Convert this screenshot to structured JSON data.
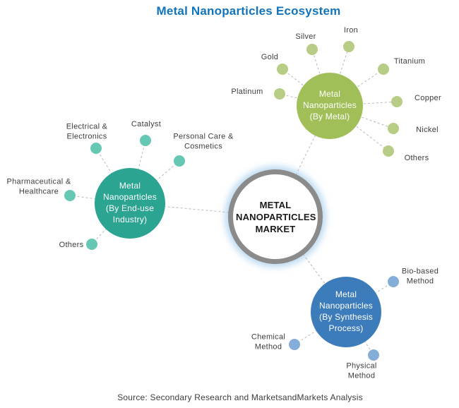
{
  "title": "Metal Nanoparticles Ecosystem",
  "source_note": "Source: Secondary Research and MarketsandMarkets Analysis",
  "center_node": {
    "label": "METAL NANOPARTICLES MARKET"
  },
  "colors": {
    "title_blue": "#1274bb",
    "center_ring_gray": "#8b8b8b",
    "center_glow_blue": "#94c4e9",
    "connector_gray": "#b8b8b8",
    "hub_metal_green": "#a1bf58",
    "dot_metal_green": "#b7cd85",
    "hub_enduse_teal": "#2ba492",
    "dot_enduse_teal": "#66c7b3",
    "hub_synthesis_blue": "#3d7cba",
    "dot_synthesis_blue": "#84add9"
  },
  "hubs": {
    "metal": {
      "label": "Metal Nanoparticles (By Metal)",
      "satellites": {
        "gold": "Gold",
        "silver": "Silver",
        "iron": "Iron",
        "titanium": "Titanium",
        "copper": "Copper",
        "nickel": "Nickel",
        "others": "Others",
        "platinum": "Platinum"
      }
    },
    "enduse": {
      "label": "Metal Nanoparticles (By End-use Industry)",
      "satellites": {
        "electrical": "Electrical & Electronics",
        "catalyst": "Catalyst",
        "personal_care": "Personal Care & Cosmetics",
        "pharma": "Pharmaceutical & Healthcare",
        "others": "Others"
      }
    },
    "synthesis": {
      "label": "Metal Nanoparticles (By Synthesis Process)",
      "satellites": {
        "bio": "Bio-based Method",
        "chemical": "Chemical Method",
        "physical": "Physical Method"
      }
    }
  }
}
